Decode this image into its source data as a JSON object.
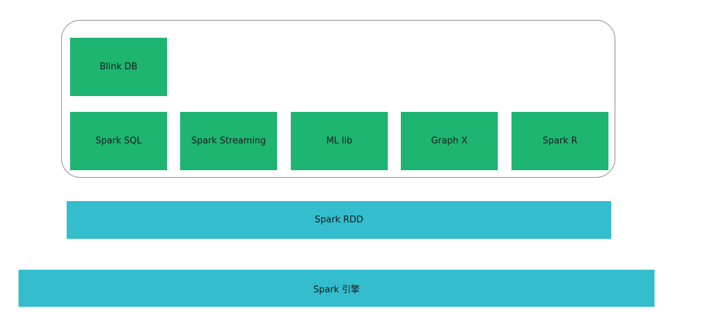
{
  "diagram": {
    "upper_layer": {
      "blink_db": "Blink DB",
      "modules": {
        "spark_sql": "Spark SQL",
        "spark_streaming": "Spark Streaming",
        "ml_lib": "ML lib",
        "graph_x": "Graph X",
        "spark_r": "Spark R"
      }
    },
    "rdd_layer": "Spark RDD",
    "engine_layer": "Spark 引擎",
    "colors": {
      "module_fill": "#1db571",
      "layer_fill": "#33bdcd",
      "frame_stroke": "#8a8a8a"
    }
  }
}
